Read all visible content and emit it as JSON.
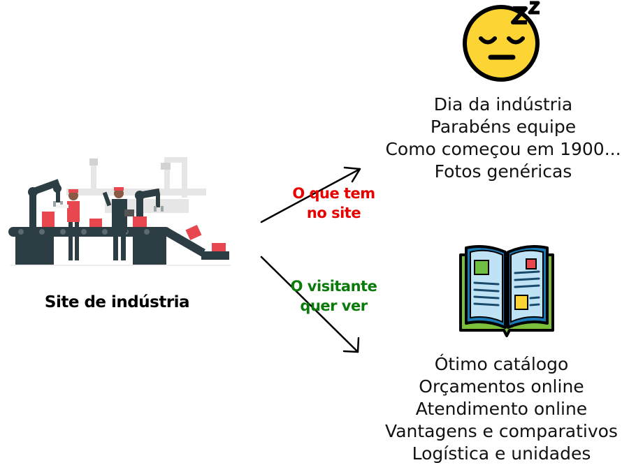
{
  "site_label": "Site de indústria",
  "upper_arrow": {
    "label_line1": "O que tem",
    "label_line2": "no site",
    "color": "#e60000"
  },
  "lower_arrow": {
    "label_line1": "O visitante",
    "label_line2": "quer ver",
    "color": "#0a7a0a"
  },
  "current_content": [
    "Dia da indústria",
    "Parabéns equipe",
    "Como começou em 1900...",
    "Fotos genéricas"
  ],
  "desired_content": [
    "Ótimo catálogo",
    "Orçamentos online",
    "Atendimento online",
    "Vantagens e comparativos",
    "Logística e unidades"
  ],
  "icons": {
    "factory": "factory-assembly-line-icon",
    "sleepy": "sleepy-face-icon",
    "catalog": "open-book-icon"
  },
  "colors": {
    "red": "#e60000",
    "green": "#0a7a0a",
    "emoji_yellow": "#fcd534",
    "book_blue": "#1a7ab5"
  }
}
